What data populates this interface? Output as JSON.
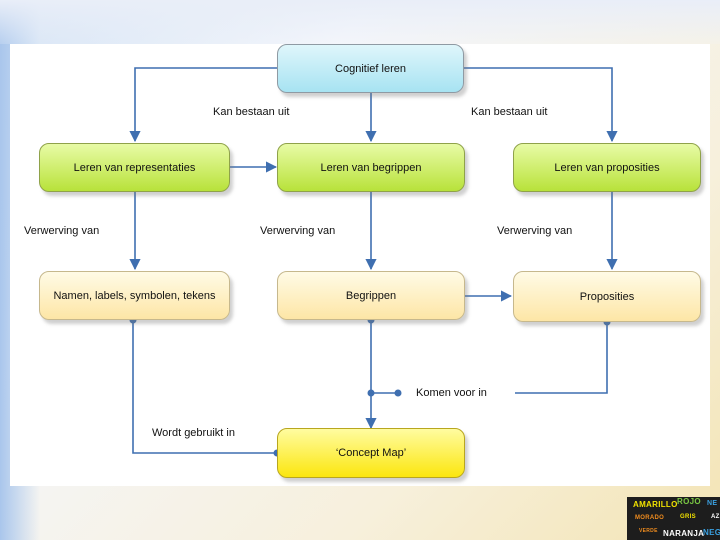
{
  "diagram": {
    "nodes": {
      "cognitief": "Cognitief leren",
      "representaties": "Leren van representaties",
      "begrippen_leren": "Leren van begrippen",
      "proposities_leren": "Leren van proposities",
      "namen": "Namen, labels, symbolen, tekens",
      "begrippen": "Begrippen",
      "proposities": "Proposities",
      "concept_map": "‘Concept Map’"
    },
    "labels": {
      "kan_bestaan_left": "Kan bestaan uit",
      "kan_bestaan_right": "Kan bestaan uit",
      "verwerving_1": "Verwerving van",
      "verwerving_2": "Verwerving van",
      "verwerving_3": "Verwerving van",
      "komen_voor": "Komen voor in",
      "wordt_gebruikt": "Wordt gebruikt in"
    }
  },
  "logo": {
    "words": [
      "AMARILLO",
      "ROJO",
      "NE",
      "MORADO",
      "GRIS",
      "AZ",
      "VERDE",
      "NARANJA",
      "NEG"
    ],
    "colors": {
      "yellow": "#f2e200",
      "green": "#7ac943",
      "blue": "#3aa0e0",
      "orange": "#f08c1e",
      "white": "#ffffff"
    }
  },
  "colors": {
    "connector": "#3f6fb0",
    "blue_box": "#a7e3f2",
    "green_box": "#b8e23a",
    "cream_box": "#fde6a6",
    "yellow_box": "#fbe60e"
  }
}
